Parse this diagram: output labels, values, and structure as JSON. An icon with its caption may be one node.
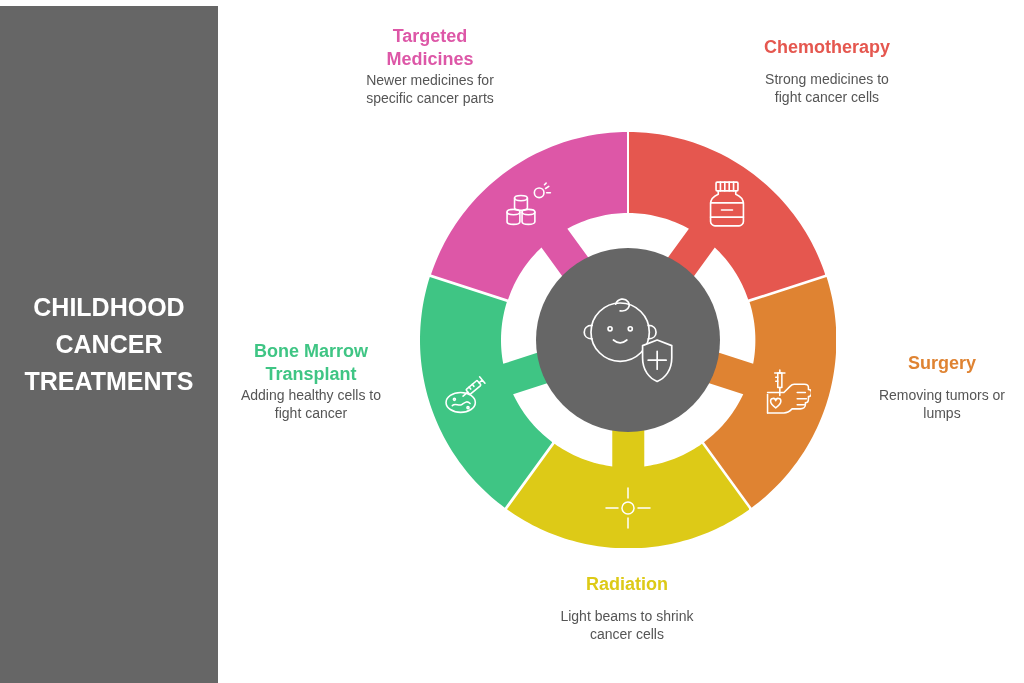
{
  "diagram": {
    "title": "CHILDHOOD CANCER TREATMENTS",
    "nodes": [
      {
        "text": [
          "Targeted Medicines",
          "Newer medicines for specific cancer parts"
        ]
      },
      {
        "text": [
          "Chemotherapy",
          "Strong medicines to fight cancer cells"
        ]
      },
      {
        "text": [],
        "shape": "circle"
      },
      {
        "text": [
          "Bone Marrow Transplant",
          "Adding healthy cells to fight cancer"
        ]
      },
      {
        "text": [
          "Surgery",
          "Removing tumors or lumps"
        ]
      },
      {
        "text": [
          "Radiation",
          "Light beams to shrink cancer cells"
        ]
      }
    ]
  }
}
